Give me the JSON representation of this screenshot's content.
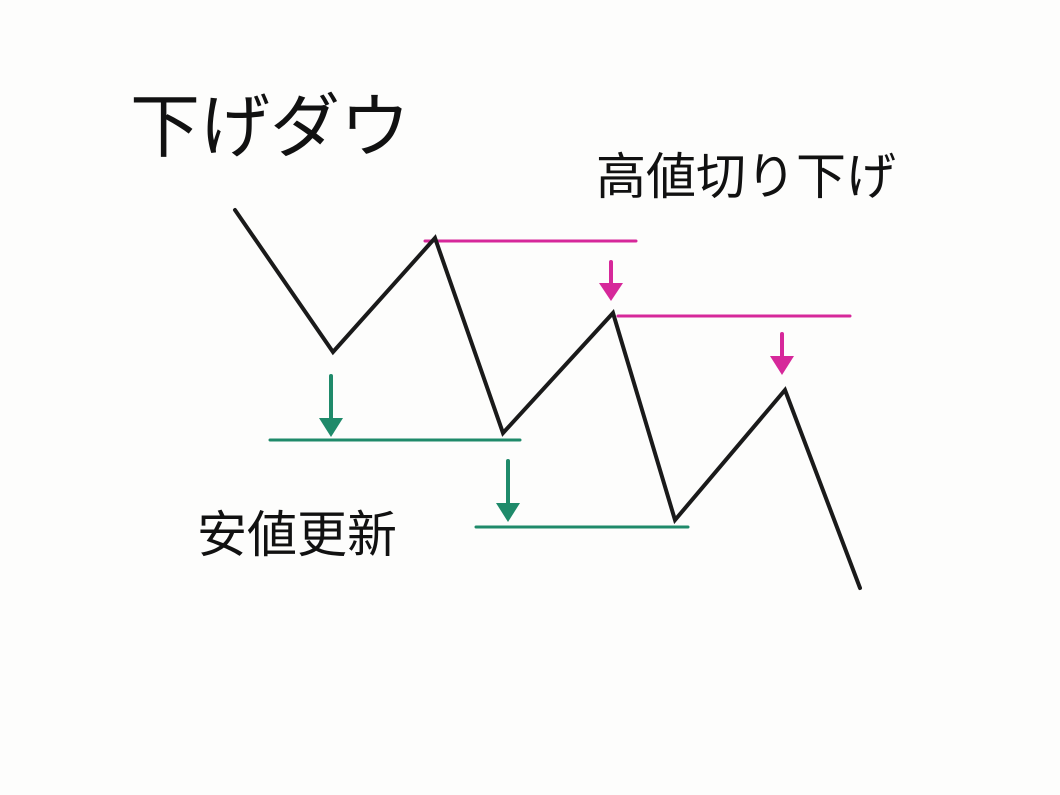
{
  "title": "下げダウ",
  "labels": {
    "lower_high": "高値切り下げ",
    "lower_low": "安値更新"
  },
  "colors": {
    "price_line": "#1a1a1a",
    "lower_high": "#d6289a",
    "lower_low": "#1f8a6a"
  }
}
